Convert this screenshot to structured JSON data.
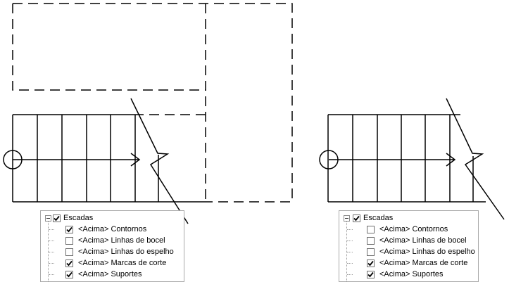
{
  "left_panel": {
    "root": {
      "label": "Escadas",
      "checked": true
    },
    "items": [
      {
        "label": "<Acima> Contornos",
        "checked": true
      },
      {
        "label": "<Acima> Linhas de bocel",
        "checked": false
      },
      {
        "label": "<Acima> Linhas do espelho",
        "checked": false
      },
      {
        "label": "<Acima> Marcas de corte",
        "checked": true
      },
      {
        "label": "<Acima> Suportes",
        "checked": true
      }
    ]
  },
  "right_panel": {
    "root": {
      "label": "Escadas",
      "checked": true
    },
    "items": [
      {
        "label": "<Acima> Contornos",
        "checked": false
      },
      {
        "label": "<Acima> Linhas de bocel",
        "checked": false
      },
      {
        "label": "<Acima> Linhas do espelho",
        "checked": false
      },
      {
        "label": "<Acima> Marcas de corte",
        "checked": true
      },
      {
        "label": "<Acima> Suportes",
        "checked": true
      }
    ]
  },
  "drawing": {
    "left_view": {
      "shows_outline": true,
      "shows_upper_dashed_floor": true
    },
    "right_view": {
      "shows_outline": false,
      "shows_upper_dashed_floor": false
    }
  }
}
